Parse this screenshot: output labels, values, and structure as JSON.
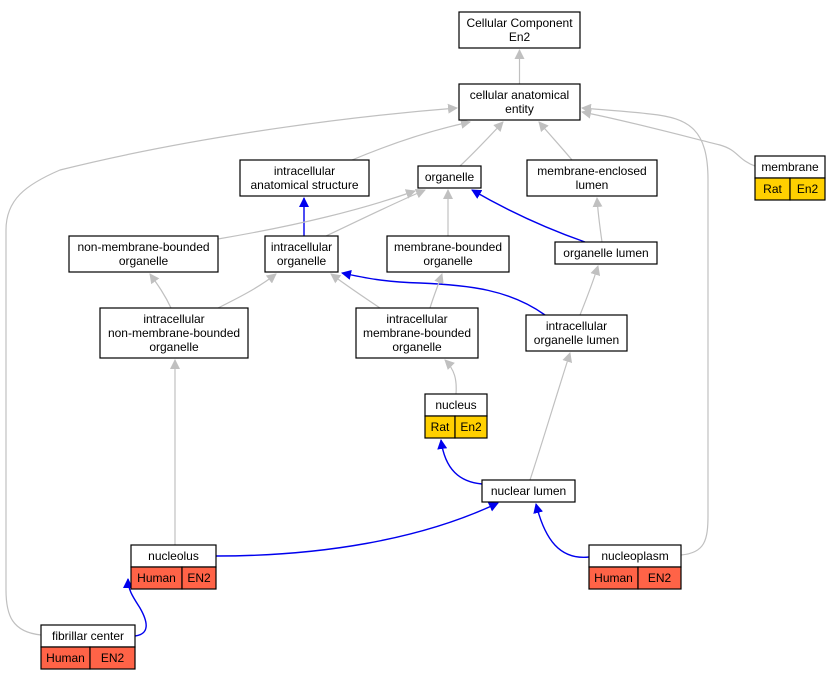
{
  "colors": {
    "rat": "#ffd000",
    "human": "#ff6347",
    "is_a_edge": "#c0c0c0",
    "part_of_edge": "#0000ee"
  },
  "nodes": [
    {
      "id": "cc",
      "lines": [
        "Cellular Component",
        "En2"
      ]
    },
    {
      "id": "cae",
      "lines": [
        "cellular anatomical",
        "entity"
      ]
    },
    {
      "id": "ias",
      "lines": [
        "intracellular",
        "anatomical structure"
      ]
    },
    {
      "id": "org",
      "lines": [
        "organelle"
      ]
    },
    {
      "id": "mel",
      "lines": [
        "membrane-enclosed",
        "lumen"
      ]
    },
    {
      "id": "mem",
      "lines": [
        "membrane"
      ],
      "badge": {
        "species": "Rat",
        "gene": "En2",
        "color": "rat"
      }
    },
    {
      "id": "nmbo",
      "lines": [
        "non-membrane-bounded",
        "organelle"
      ]
    },
    {
      "id": "io",
      "lines": [
        "intracellular",
        "organelle"
      ]
    },
    {
      "id": "mbo",
      "lines": [
        "membrane-bounded",
        "organelle"
      ]
    },
    {
      "id": "ol",
      "lines": [
        "organelle lumen"
      ]
    },
    {
      "id": "inmbo",
      "lines": [
        "intracellular",
        "non-membrane-bounded",
        "organelle"
      ]
    },
    {
      "id": "imbo",
      "lines": [
        "intracellular",
        "membrane-bounded",
        "organelle"
      ]
    },
    {
      "id": "iol",
      "lines": [
        "intracellular",
        "organelle lumen"
      ]
    },
    {
      "id": "nuc",
      "lines": [
        "nucleus"
      ],
      "badge": {
        "species": "Rat",
        "gene": "En2",
        "color": "rat"
      }
    },
    {
      "id": "nl",
      "lines": [
        "nuclear lumen"
      ]
    },
    {
      "id": "nuo",
      "lines": [
        "nucleolus"
      ],
      "badge": {
        "species": "Human",
        "gene": "EN2",
        "color": "human"
      }
    },
    {
      "id": "nup",
      "lines": [
        "nucleoplasm"
      ],
      "badge": {
        "species": "Human",
        "gene": "EN2",
        "color": "human"
      }
    },
    {
      "id": "fc",
      "lines": [
        "fibrillar center"
      ],
      "badge": {
        "species": "Human",
        "gene": "EN2",
        "color": "human"
      }
    }
  ],
  "edges": [
    {
      "from": "cae",
      "to": "cc",
      "type": "is_a"
    },
    {
      "from": "ias",
      "to": "cae",
      "type": "is_a"
    },
    {
      "from": "org",
      "to": "cae",
      "type": "is_a"
    },
    {
      "from": "mel",
      "to": "cae",
      "type": "is_a"
    },
    {
      "from": "mem",
      "to": "cae",
      "type": "is_a"
    },
    {
      "from": "fc",
      "to": "cae",
      "type": "is_a"
    },
    {
      "from": "nup",
      "to": "cae",
      "type": "is_a"
    },
    {
      "from": "io",
      "to": "ias",
      "type": "part_of"
    },
    {
      "from": "nmbo",
      "to": "org",
      "type": "is_a"
    },
    {
      "from": "io",
      "to": "org",
      "type": "is_a"
    },
    {
      "from": "mbo",
      "to": "org",
      "type": "is_a"
    },
    {
      "from": "ol",
      "to": "org",
      "type": "part_of"
    },
    {
      "from": "ol",
      "to": "mel",
      "type": "is_a"
    },
    {
      "from": "inmbo",
      "to": "nmbo",
      "type": "is_a"
    },
    {
      "from": "inmbo",
      "to": "io",
      "type": "is_a"
    },
    {
      "from": "imbo",
      "to": "io",
      "type": "is_a"
    },
    {
      "from": "iol",
      "to": "io",
      "type": "part_of"
    },
    {
      "from": "imbo",
      "to": "mbo",
      "type": "is_a"
    },
    {
      "from": "iol",
      "to": "ol",
      "type": "is_a"
    },
    {
      "from": "nuc",
      "to": "imbo",
      "type": "is_a"
    },
    {
      "from": "nl",
      "to": "iol",
      "type": "is_a"
    },
    {
      "from": "nl",
      "to": "nuc",
      "type": "part_of"
    },
    {
      "from": "nuo",
      "to": "inmbo",
      "type": "is_a"
    },
    {
      "from": "nuo",
      "to": "nl",
      "type": "part_of"
    },
    {
      "from": "nup",
      "to": "nl",
      "type": "part_of"
    },
    {
      "from": "fc",
      "to": "nuo",
      "type": "part_of"
    }
  ]
}
